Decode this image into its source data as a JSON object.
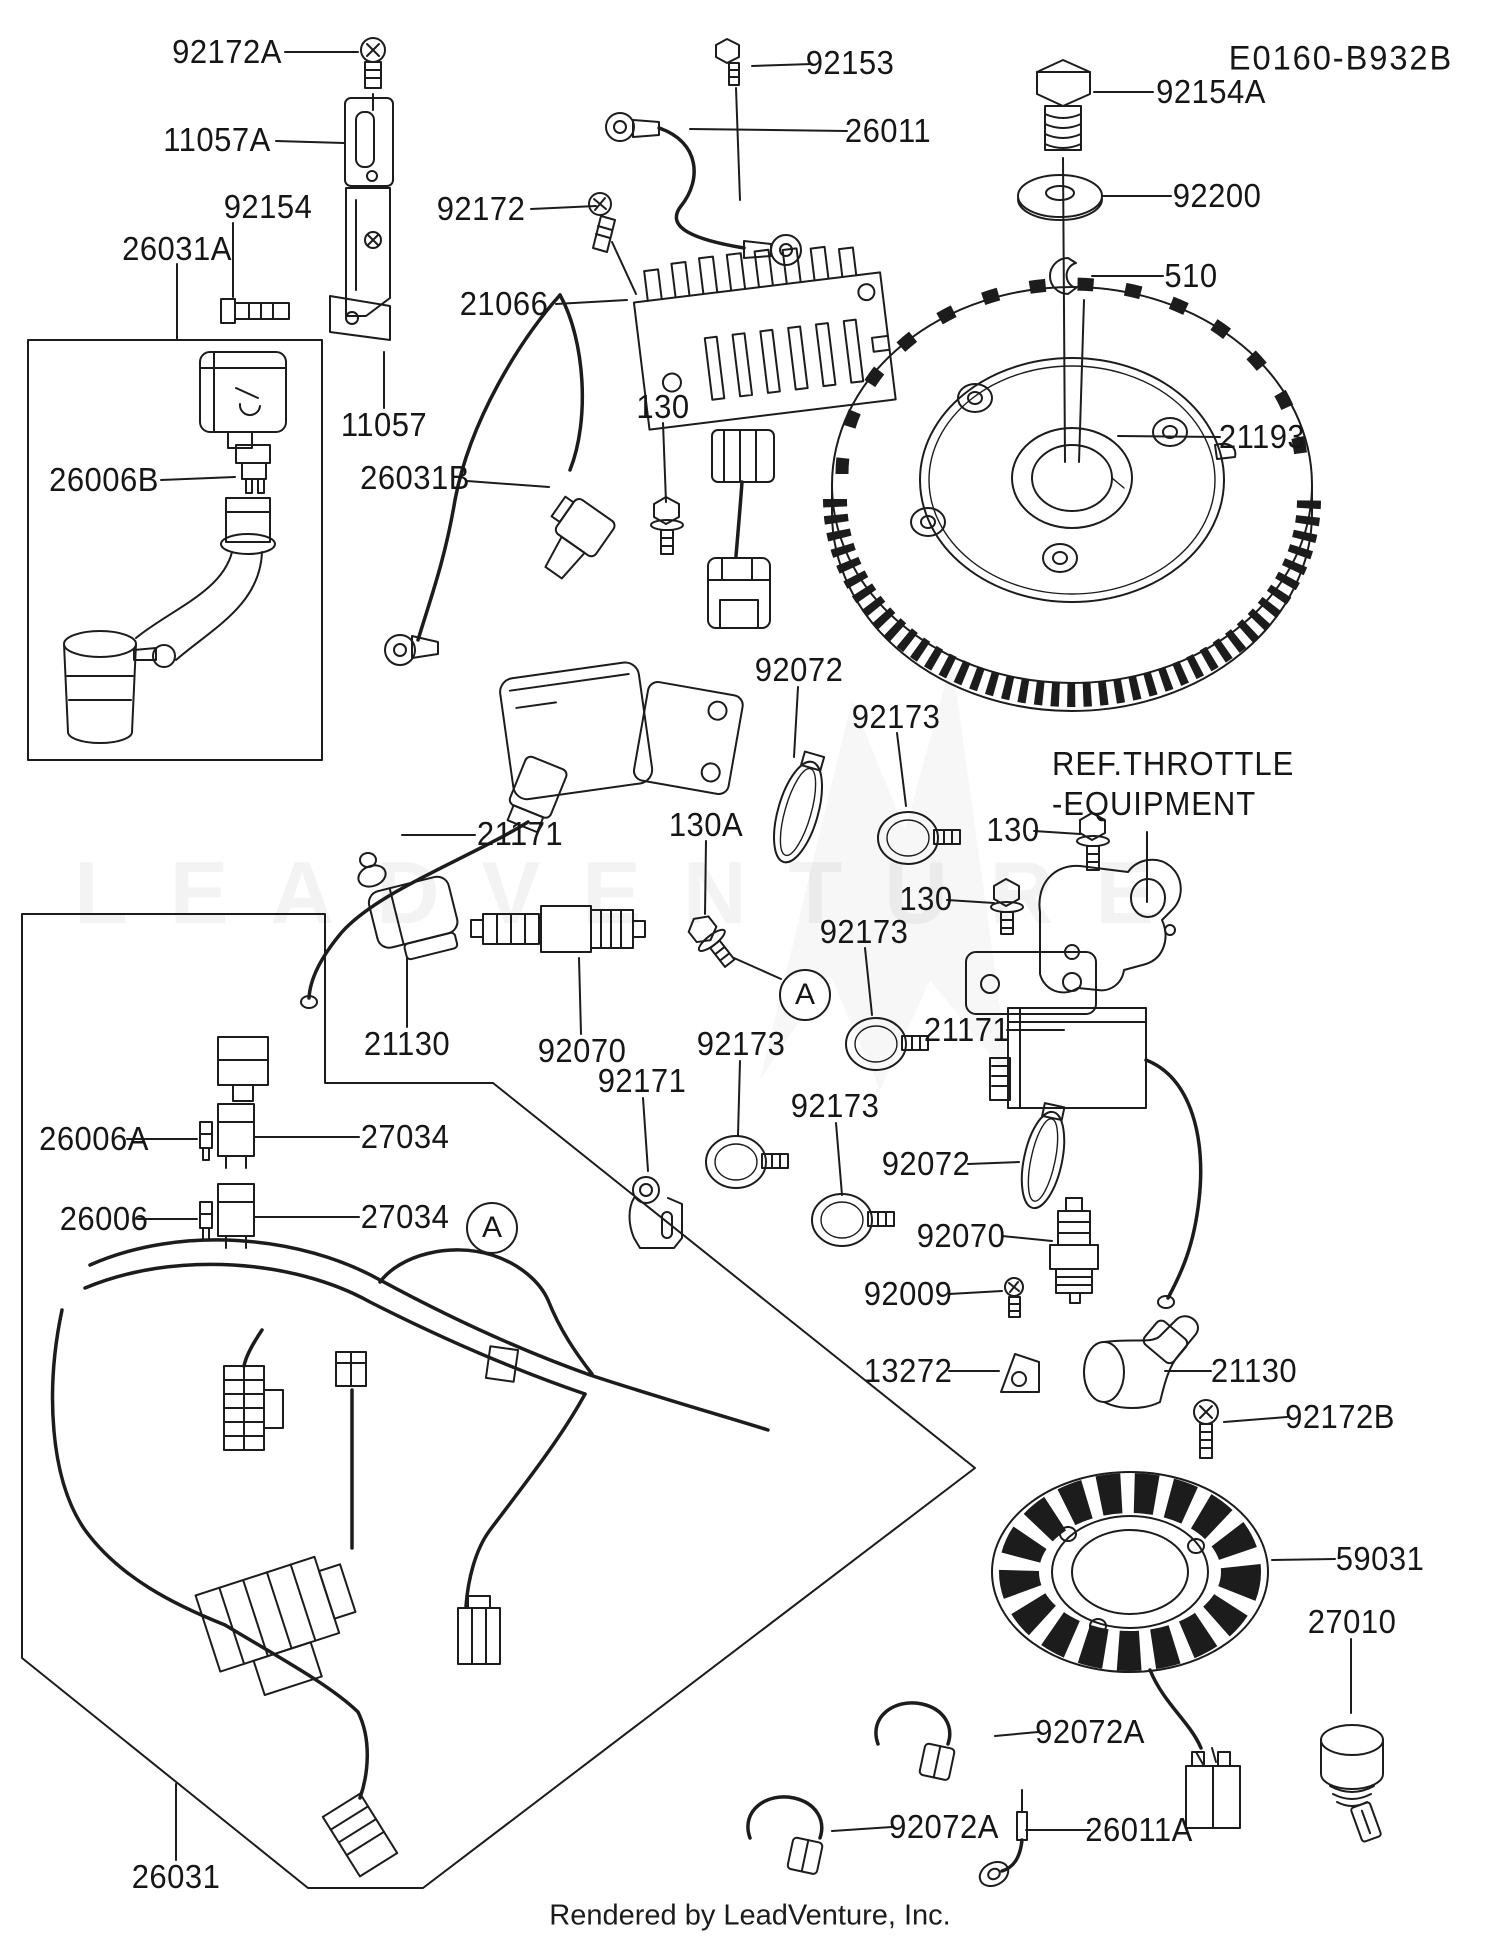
{
  "diagram": {
    "code": "E0160-B932B",
    "footer": "Rendered by LeadVenture, Inc.",
    "watermark": "LEADVENTURE",
    "detail_marker": "A",
    "ref_label": {
      "line1": "REF.THROTTLE",
      "line2": "-EQUIPMENT"
    }
  },
  "part_labels": [
    {
      "text": "92172A"
    },
    {
      "text": "92153"
    },
    {
      "text": "92154A"
    },
    {
      "text": "11057A"
    },
    {
      "text": "26011"
    },
    {
      "text": "92200"
    },
    {
      "text": "92154"
    },
    {
      "text": "92172"
    },
    {
      "text": "26031A"
    },
    {
      "text": "510"
    },
    {
      "text": "21066"
    },
    {
      "text": "11057"
    },
    {
      "text": "21193"
    },
    {
      "text": "26031B"
    },
    {
      "text": "26006B"
    },
    {
      "text": "130"
    },
    {
      "text": "92072"
    },
    {
      "text": "92173"
    },
    {
      "text": "130"
    },
    {
      "text": "130A"
    },
    {
      "text": "21171"
    },
    {
      "text": "130"
    },
    {
      "text": "92173"
    },
    {
      "text": "21171"
    },
    {
      "text": "21130"
    },
    {
      "text": "92070"
    },
    {
      "text": "92173"
    },
    {
      "text": "92171"
    },
    {
      "text": "92173"
    },
    {
      "text": "92072"
    },
    {
      "text": "92070"
    },
    {
      "text": "92009"
    },
    {
      "text": "13272"
    },
    {
      "text": "21130"
    },
    {
      "text": "92172B"
    },
    {
      "text": "59031"
    },
    {
      "text": "27010"
    },
    {
      "text": "92072A"
    },
    {
      "text": "92072A"
    },
    {
      "text": "26011A"
    },
    {
      "text": "26031"
    },
    {
      "text": "26006A"
    },
    {
      "text": "27034"
    },
    {
      "text": "26006"
    },
    {
      "text": "27034"
    }
  ]
}
